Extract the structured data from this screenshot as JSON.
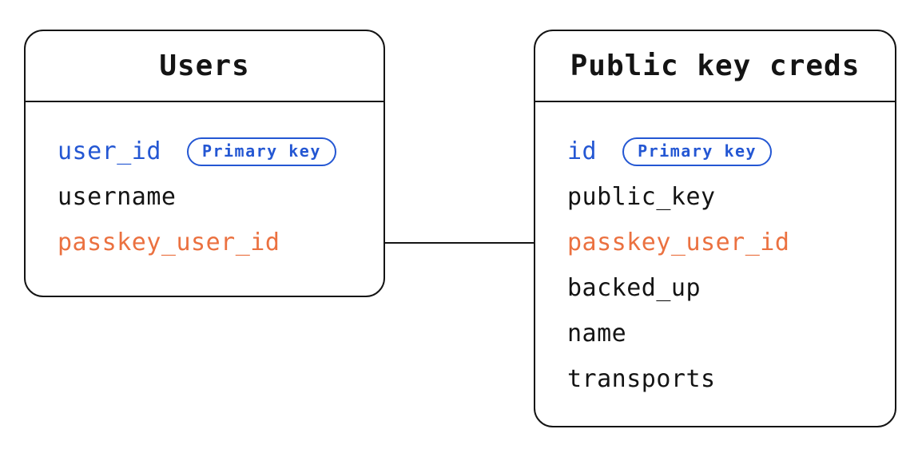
{
  "diagram": {
    "type": "entity-relationship",
    "tables": [
      {
        "name": "Users",
        "fields": [
          {
            "name": "user_id",
            "badge": "Primary key",
            "color": "blue"
          },
          {
            "name": "username",
            "color": "black"
          },
          {
            "name": "passkey_user_id",
            "color": "orange"
          }
        ]
      },
      {
        "name": "Public key creds",
        "fields": [
          {
            "name": "id",
            "badge": "Primary key",
            "color": "blue"
          },
          {
            "name": "public_key",
            "color": "black"
          },
          {
            "name": "passkey_user_id",
            "color": "orange"
          },
          {
            "name": "backed_up",
            "color": "black"
          },
          {
            "name": "name",
            "color": "black"
          },
          {
            "name": "transports",
            "color": "black"
          }
        ]
      }
    ],
    "relationship": {
      "from_table": "Users",
      "from_field": "passkey_user_id",
      "to_table": "Public key creds",
      "to_field": "passkey_user_id"
    }
  },
  "colors": {
    "blue": "#2457d3",
    "orange": "#eb7140",
    "ink": "#141414",
    "background": "#ffffff"
  }
}
